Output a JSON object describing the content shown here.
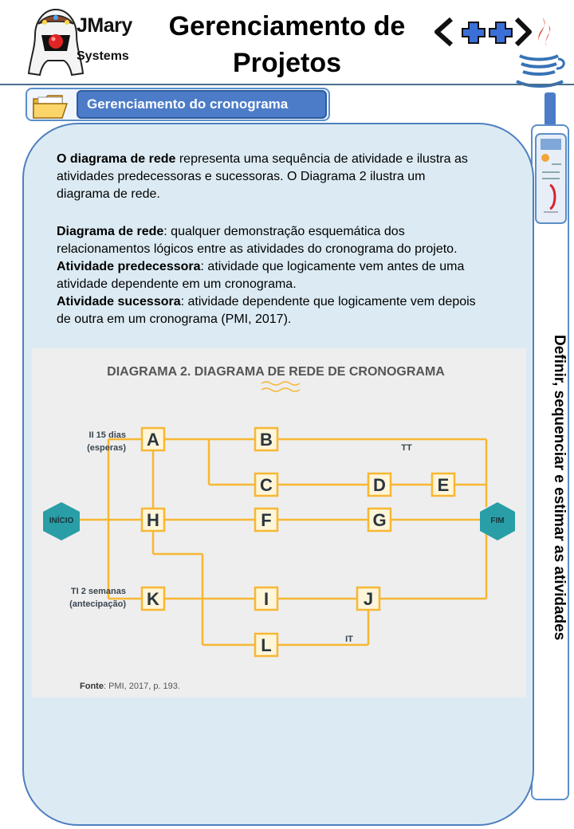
{
  "header": {
    "brand_line1": "JMary",
    "brand_line2": "Systems",
    "title_line1": "Gerenciamento de",
    "title_line2": "Projetos",
    "logo_icon": "duke-mascot-icon",
    "cpp_icon": "cpp-logo-icon",
    "java_icon": "java-cup-icon"
  },
  "section": {
    "tab_label": "Gerenciamento do cronograma",
    "folder_icon": "folder-icon"
  },
  "sidebar": {
    "vertical_label": "Definir, sequenciar e estimar as atividades",
    "icon": "newspaper-icon"
  },
  "content": {
    "p1_bold": "O diagrama de rede",
    "p1_rest": " representa uma sequência de atividade e ilustra as",
    "p1_line2": "atividades predecessoras e sucessoras. O Diagrama 2 ilustra um",
    "p1_line3": "diagrama de rede.",
    "def1_term": "Diagrama de rede",
    "def1_text": ": qualquer demonstração esquemática dos",
    "def1_line2": "relacionamentos lógicos entre as atividades do cronograma do projeto.",
    "def2_term": "Atividade predecessora",
    "def2_text": ": atividade que logicamente vem antes de uma",
    "def2_line2": "atividade dependente em um cronograma.",
    "def3_term": "Atividade sucessora",
    "def3_text": ": atividade dependente que logicamente vem depois",
    "def3_line2": "de outra em um cronograma (PMI, 2017)."
  },
  "figure": {
    "title": "DIAGRAMA 2. DIAGRAMA DE REDE DE CRONOGRAMA",
    "start": "INÍCIO",
    "end": "FIM",
    "nodes": [
      "A",
      "B",
      "C",
      "D",
      "E",
      "H",
      "F",
      "G",
      "K",
      "I",
      "J",
      "L"
    ],
    "label_top_1": "II 15 dias",
    "label_top_2": "(esperas)",
    "label_bot_1": "TI 2 semanas",
    "label_bot_2": "(antecipação)",
    "label_tt": "TT",
    "label_it": "IT",
    "source_bold": "Fonte",
    "source_text": ": PMI, 2017, p. 193.",
    "colors": {
      "line": "#f7b733",
      "node_fill": "#fff5d9",
      "hex": "#2a9ea6",
      "title": "#555555"
    }
  }
}
